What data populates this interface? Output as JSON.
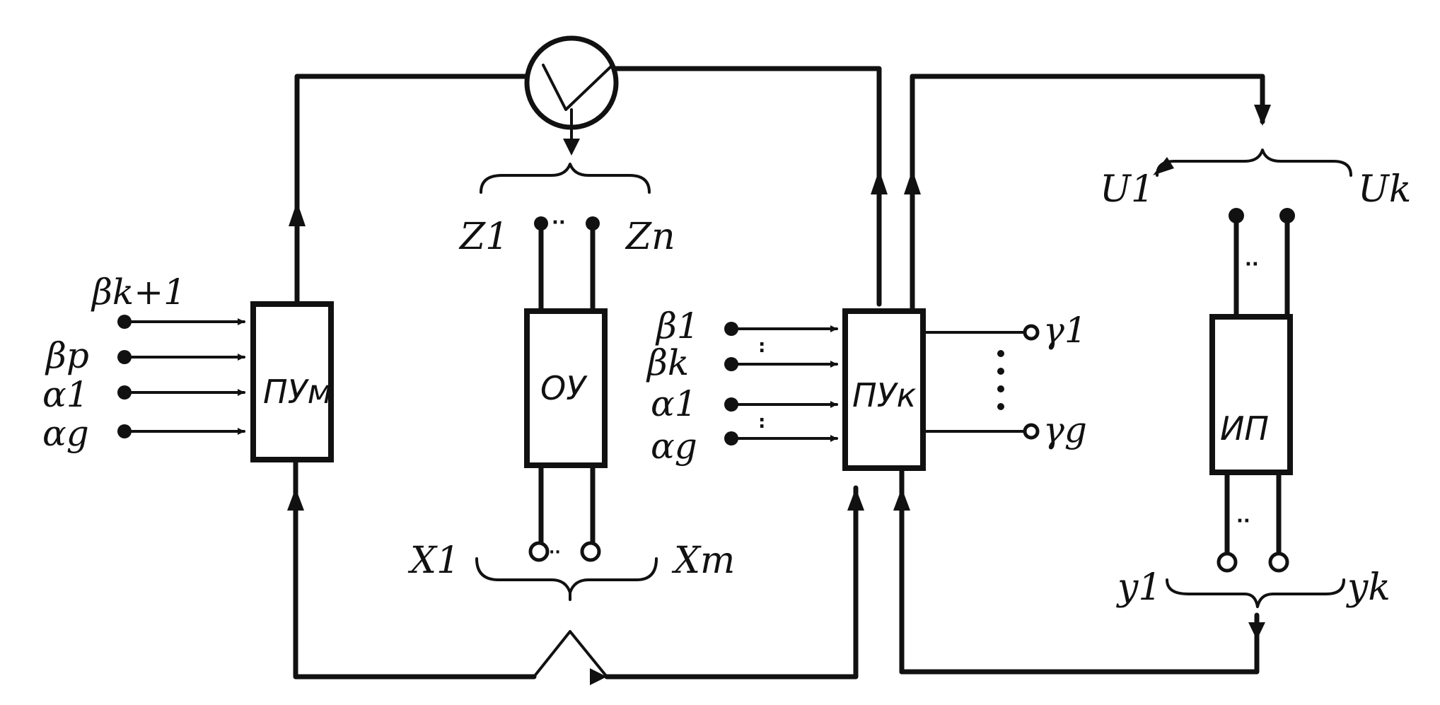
{
  "blocks": {
    "pu_m": "ПУм",
    "ou": "ОУ",
    "pu_k": "ПУк",
    "ip": "ИП"
  },
  "pu_m_inputs": [
    "βk+1",
    "βp",
    "α1",
    "αg"
  ],
  "pu_k_inputs": [
    "β1",
    "βk",
    "α1",
    "αg"
  ],
  "pu_k_outputs": [
    "γ1",
    "γg"
  ],
  "ou_top": {
    "left": "Z1",
    "right": "Zn"
  },
  "ou_bottom": {
    "left": "X1",
    "right": "Xm"
  },
  "ip_top": {
    "left": "U1",
    "right": "Uk"
  },
  "ip_bottom": {
    "left": "y1",
    "right": "yk"
  },
  "ellipsis": "··"
}
